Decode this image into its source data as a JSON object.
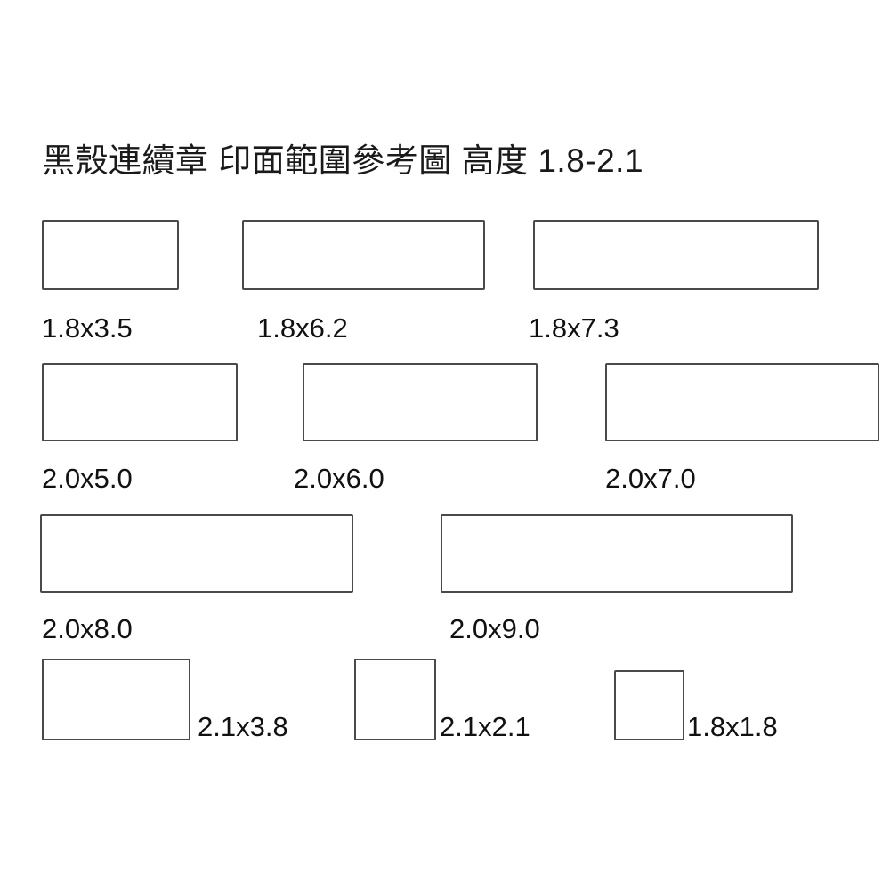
{
  "title": "黑殼連續章 印面範圍參考圖 高度 1.8-2.1",
  "items": [
    {
      "label": "1.8x3.5",
      "h": 1.8,
      "w": 3.5
    },
    {
      "label": "1.8x6.2",
      "h": 1.8,
      "w": 6.2
    },
    {
      "label": "1.8x7.3",
      "h": 1.8,
      "w": 7.3
    },
    {
      "label": "2.0x5.0",
      "h": 2.0,
      "w": 5.0
    },
    {
      "label": "2.0x6.0",
      "h": 2.0,
      "w": 6.0
    },
    {
      "label": "2.0x7.0",
      "h": 2.0,
      "w": 7.0
    },
    {
      "label": "2.0x8.0",
      "h": 2.0,
      "w": 8.0
    },
    {
      "label": "2.0x9.0",
      "h": 2.0,
      "w": 9.0
    },
    {
      "label": "2.1x3.8",
      "h": 2.1,
      "w": 3.8
    },
    {
      "label": "2.1x2.1",
      "h": 2.1,
      "w": 2.1
    },
    {
      "label": "1.8x1.8",
      "h": 1.8,
      "w": 1.8
    }
  ],
  "colors": {
    "box_border": "#4a4a4a",
    "text": "#111111",
    "background": "#ffffff"
  }
}
